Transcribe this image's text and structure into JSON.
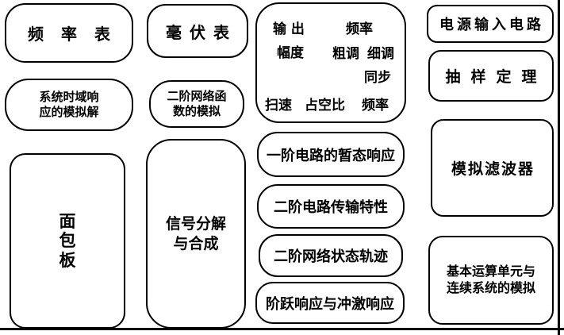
{
  "diagram": {
    "background": "#ffffff",
    "line_color": "#000000",
    "modules": {
      "frequency_meter": "频率表",
      "millivolt_meter": "毫伏表",
      "system_time_domain_response": "系统时域响\n应的模拟解",
      "second_order_network_function": "二阶网络函\n数的模拟",
      "breadboard": "面\n包\n板",
      "signal_decomposition": "信号分解\n与合成",
      "signal_source": {
        "output": "输 出",
        "frequency_top": "频率",
        "amplitude": "幅度",
        "coarse_tune": "粗调",
        "fine_tune": "细调",
        "sync": "同步",
        "sweep": "扫速",
        "duty_cycle": "占空比",
        "frequency_bottom": "频率"
      },
      "first_order_transient": "一阶电路的暂态响应",
      "second_order_transfer": "二阶电路传输特性",
      "second_order_state_trajectory": "二阶网络状态轨迹",
      "step_impulse_response": "阶跃响应与冲激响应",
      "power_input": "电源输入电路",
      "sampling_theorem": "抽样定理",
      "analog_filter": "模拟滤波器",
      "basic_operation_unit": "基本运算单元与\n连续系统的模拟"
    }
  }
}
